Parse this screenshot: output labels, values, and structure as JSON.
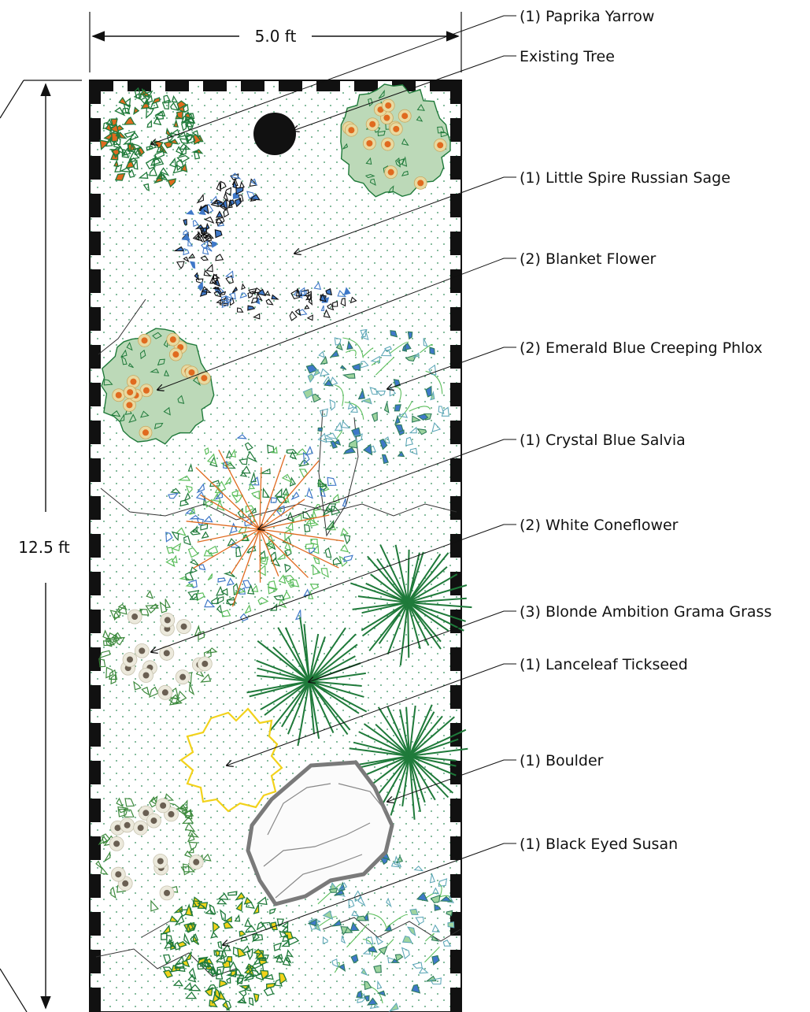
{
  "dimensions": {
    "width_label": "5.0 ft",
    "height_label": "12.5 ft"
  },
  "colors": {
    "border": "#111111",
    "ground_dots": "#2e8b57",
    "dark_green": "#1f7a3a",
    "light_green": "#5cbf5c",
    "sage_fill": "#bcd9b8",
    "orange": "#e06a1f",
    "blue": "#3f78c8",
    "yellow": "#f2d21b",
    "boulder_stroke": "#7a7a7a",
    "tree": "#111111"
  },
  "labels": [
    {
      "id": "paprika-yarrow",
      "text": "(1) Paprika Yarrow"
    },
    {
      "id": "existing-tree",
      "text": "Existing Tree"
    },
    {
      "id": "russian-sage",
      "text": "(1) Little Spire Russian Sage"
    },
    {
      "id": "blanket-flower",
      "text": "(2) Blanket Flower"
    },
    {
      "id": "creeping-phlox",
      "text": "(2) Emerald Blue Creeping Phlox"
    },
    {
      "id": "blue-salvia",
      "text": "(1) Crystal Blue Salvia"
    },
    {
      "id": "white-coneflower",
      "text": "(2) White Coneflower"
    },
    {
      "id": "grama-grass",
      "text": "(3) Blonde Ambition Grama Grass"
    },
    {
      "id": "lanceleaf-tickseed",
      "text": "(1) Lanceleaf Tickseed"
    },
    {
      "id": "boulder",
      "text": "(1) Boulder"
    },
    {
      "id": "black-eyed-susan",
      "text": "(1) Black Eyed Susan"
    }
  ]
}
